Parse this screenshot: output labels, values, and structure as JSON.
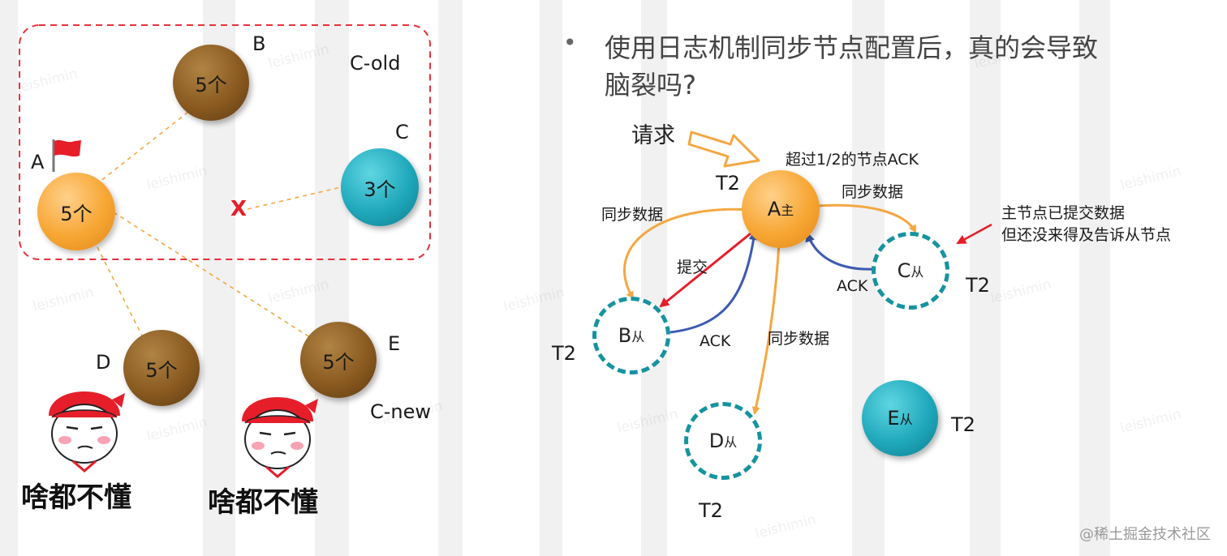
{
  "left": {
    "group_old_label": "C-old",
    "group_new_label": "C-new",
    "nodes": {
      "A": {
        "name": "A",
        "value": "5个"
      },
      "B": {
        "name": "B",
        "value": "5个"
      },
      "C": {
        "name": "C",
        "value": "3个"
      },
      "D": {
        "name": "D",
        "value": "5个"
      },
      "E": {
        "name": "E",
        "value": "5个"
      }
    },
    "broken_link_mark": "X",
    "caption": "啥都不懂",
    "colors": {
      "old_group_border": "#e8313b",
      "link": "#f4a742"
    }
  },
  "right": {
    "bullet": "•",
    "title_line1": "使用日志机制同步节点配置后，真的会导致",
    "title_line2": "脑裂吗?",
    "request_label": "请求",
    "ack_over_half": "超过1/2的节点ACK",
    "leader": {
      "name": "A",
      "role": "主",
      "term": "T2"
    },
    "followers": {
      "B": {
        "name": "B",
        "role": "从",
        "term": "T2"
      },
      "C": {
        "name": "C",
        "role": "从",
        "term": "T2"
      },
      "D": {
        "name": "D",
        "role": "从",
        "term": "T2"
      },
      "E": {
        "name": "E",
        "role": "从",
        "term": "T2"
      }
    },
    "sync_label": "同步数据",
    "commit_label": "提交",
    "ack_label": "ACK",
    "note_line1": "主节点已提交数据",
    "note_line2": "但还没来得及告诉从节点",
    "colors": {
      "sync": "#f4a742",
      "commit": "#e51e2a",
      "ack": "#3d5bb0",
      "follower_ring": "#16939f"
    }
  },
  "watermark": "@稀土掘金技术社区"
}
